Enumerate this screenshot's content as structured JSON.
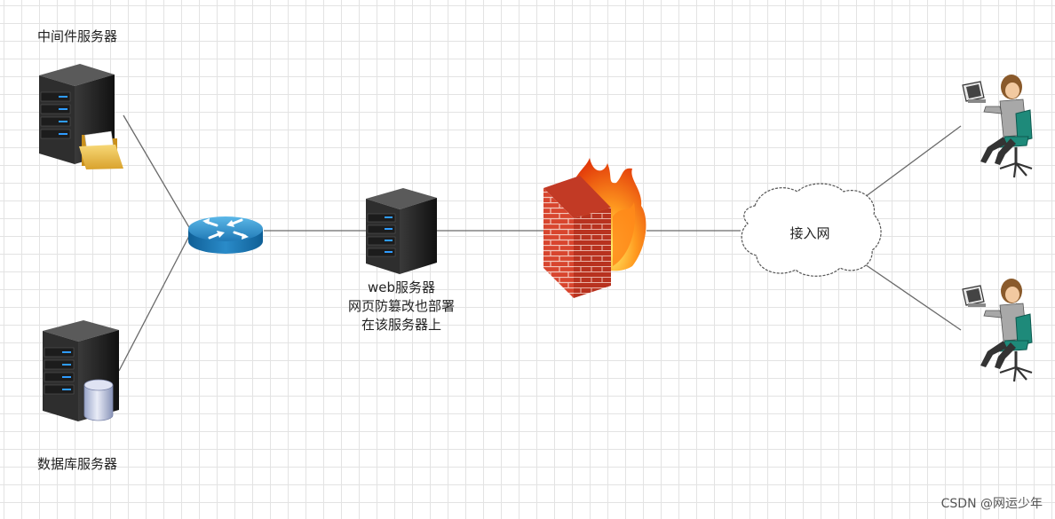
{
  "nodes": {
    "middleware_server": {
      "label": "中间件服务器"
    },
    "database_server": {
      "label": "数据库服务器"
    },
    "web_server": {
      "label_lines": [
        "web服务器",
        "网页防篡改也部署",
        "在该服务器上"
      ]
    },
    "access_network": {
      "label": "接入网"
    }
  },
  "watermark": "CSDN @网运少年"
}
